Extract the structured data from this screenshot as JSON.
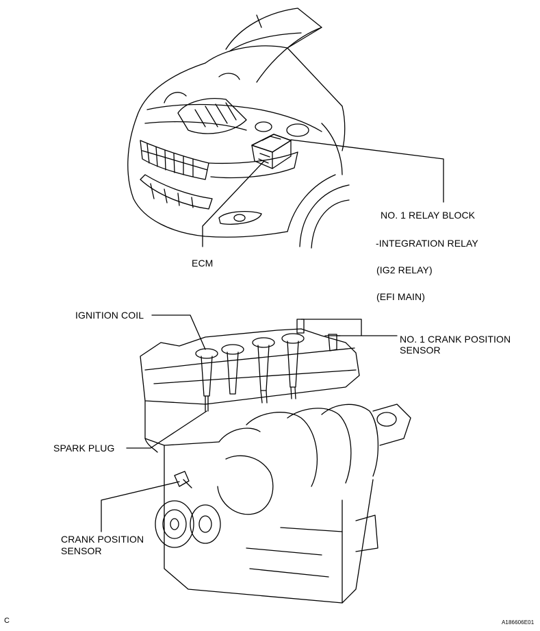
{
  "labels": {
    "relay_block": "NO. 1 RELAY BLOCK",
    "integration_relay": "-INTEGRATION RELAY",
    "ig2_relay": "(IG2 RELAY)",
    "efi_main": "(EFI MAIN)",
    "ecm": "ECM",
    "ignition_coil": "IGNITION COIL",
    "crank_sensor_no1_line1": "NO. 1 CRANK POSITION",
    "crank_sensor_no1_line2": "SENSOR",
    "spark_plug": "SPARK PLUG",
    "crank_sensor_line1": "CRANK POSITION",
    "crank_sensor_line2": "SENSOR"
  },
  "corner_mark": "C",
  "figure_id": "A186606E01",
  "colors": {
    "ink": "#000000",
    "paper": "#ffffff"
  }
}
